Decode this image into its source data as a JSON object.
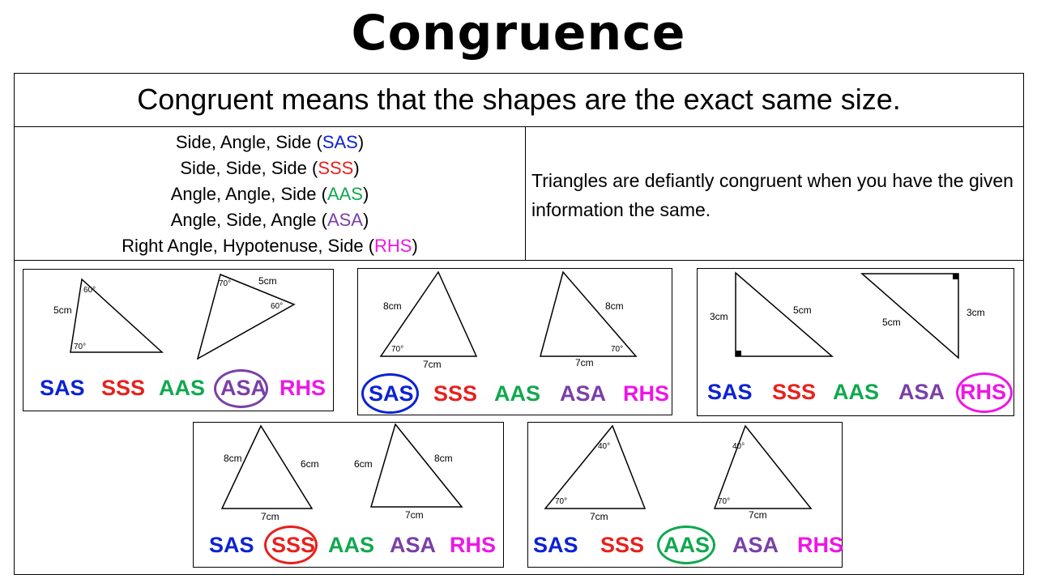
{
  "title": "Congruence",
  "definition": "Congruent means that the shapes are the exact same size.",
  "criteria": [
    {
      "prefix": "Side, Angle, Side (",
      "code": "SAS",
      "suffix": ")"
    },
    {
      "prefix": "Side, Side, Side (",
      "code": "SSS",
      "suffix": ")"
    },
    {
      "prefix": "Angle, Angle, Side (",
      "code": "AAS",
      "suffix": ")"
    },
    {
      "prefix": "Angle, Side, Angle (",
      "code": "ASA",
      "suffix": ")"
    },
    {
      "prefix": "Right Angle, Hypotenuse, Side (",
      "code": "RHS",
      "suffix": ")"
    }
  ],
  "note": "Triangles are defiantly congruent when you have the given information the same.",
  "colors": {
    "SAS": "#0b22d4",
    "SSS": "#e8201c",
    "AAS": "#10a84f",
    "ASA": "#7a3fa8",
    "RHS": "#ee16e6"
  },
  "options": [
    "SAS",
    "SSS",
    "AAS",
    "ASA",
    "RHS"
  ],
  "panels": [
    {
      "circled": "ASA",
      "labels": {
        "a": "60°",
        "b": "5cm",
        "c": "70°",
        "d": "70°",
        "e": "5cm",
        "f": "60°"
      }
    },
    {
      "circled": "SAS",
      "labels": {
        "a": "8cm",
        "b": "70°",
        "c": "7cm",
        "d": "8cm",
        "e": "70°",
        "f": "7cm"
      }
    },
    {
      "circled": "RHS",
      "labels": {
        "a": "3cm",
        "b": "5cm",
        "c": "5cm",
        "d": "3cm"
      }
    },
    {
      "circled": "SSS",
      "labels": {
        "a": "8cm",
        "b": "6cm",
        "c": "7cm",
        "d": "6cm",
        "e": "8cm",
        "f": "7cm"
      }
    },
    {
      "circled": "AAS",
      "labels": {
        "a": "40°",
        "b": "70°",
        "c": "7cm",
        "d": "40°",
        "e": "70°",
        "f": "7cm"
      }
    }
  ]
}
